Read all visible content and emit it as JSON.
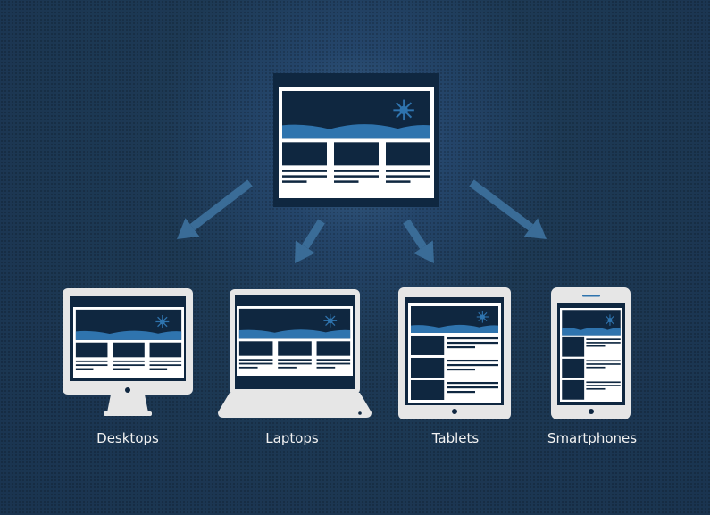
{
  "colors": {
    "background": "#1d3954",
    "dark": "#0f2740",
    "accent": "#2f74ae",
    "device": "#e6e6e6",
    "arrow": "#3a6c97"
  },
  "devices": [
    {
      "label": "Desktops",
      "icon": "desktop-icon"
    },
    {
      "label": "Laptops",
      "icon": "laptop-icon"
    },
    {
      "label": "Tablets",
      "icon": "tablet-icon"
    },
    {
      "label": "Smartphones",
      "icon": "smartphone-icon"
    }
  ]
}
